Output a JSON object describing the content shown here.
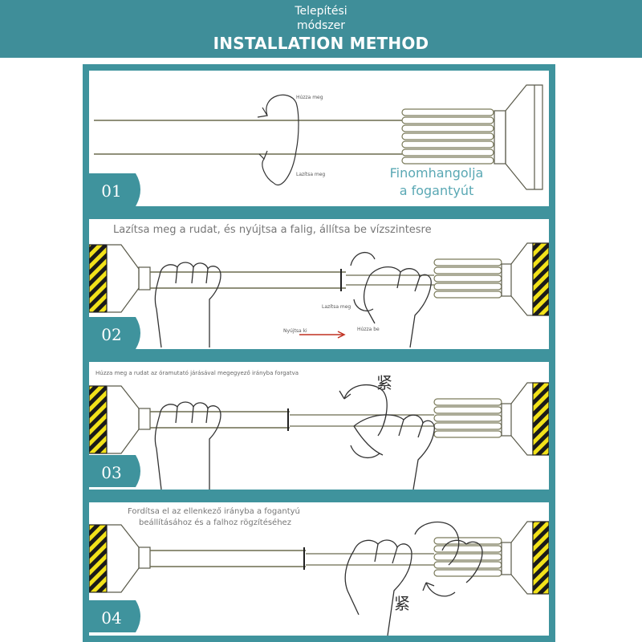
{
  "header": {
    "subtitle_line1": "Telepítési",
    "subtitle_line2": "módszer",
    "title": "INSTALLATION METHOD",
    "background_color": "#3f8e99"
  },
  "steps": [
    {
      "number": "01",
      "labels": {
        "pull": "Húzza meg",
        "loosen": "Lazítsa meg",
        "fine_tune_line1": "Finomhangolja",
        "fine_tune_line2": "a fogantyút"
      }
    },
    {
      "number": "02",
      "caption": "Lazítsa meg a rudat, és nyújtsa a falig, állítsa be vízszintesre",
      "labels": {
        "loosen": "Lazítsa meg",
        "extend": "Nyújtsa ki",
        "pull_in": "Húzza be"
      }
    },
    {
      "number": "03",
      "caption": "Húzza meg a rudat az óramutató járásával megegyező irányba forgatva",
      "labels": {
        "tight": "紧"
      }
    },
    {
      "number": "04",
      "caption_line1": "Fordítsa el az ellenkező irányba a fogantyú",
      "caption_line2": "beállításához és a falhoz rögzítéséhez",
      "labels": {
        "tight": "紧"
      }
    }
  ],
  "colors": {
    "frame": "#3f939d",
    "stripe_yellow": "#f2e21a",
    "stripe_black": "#1a1a1a",
    "line": "#6b6b4f"
  }
}
